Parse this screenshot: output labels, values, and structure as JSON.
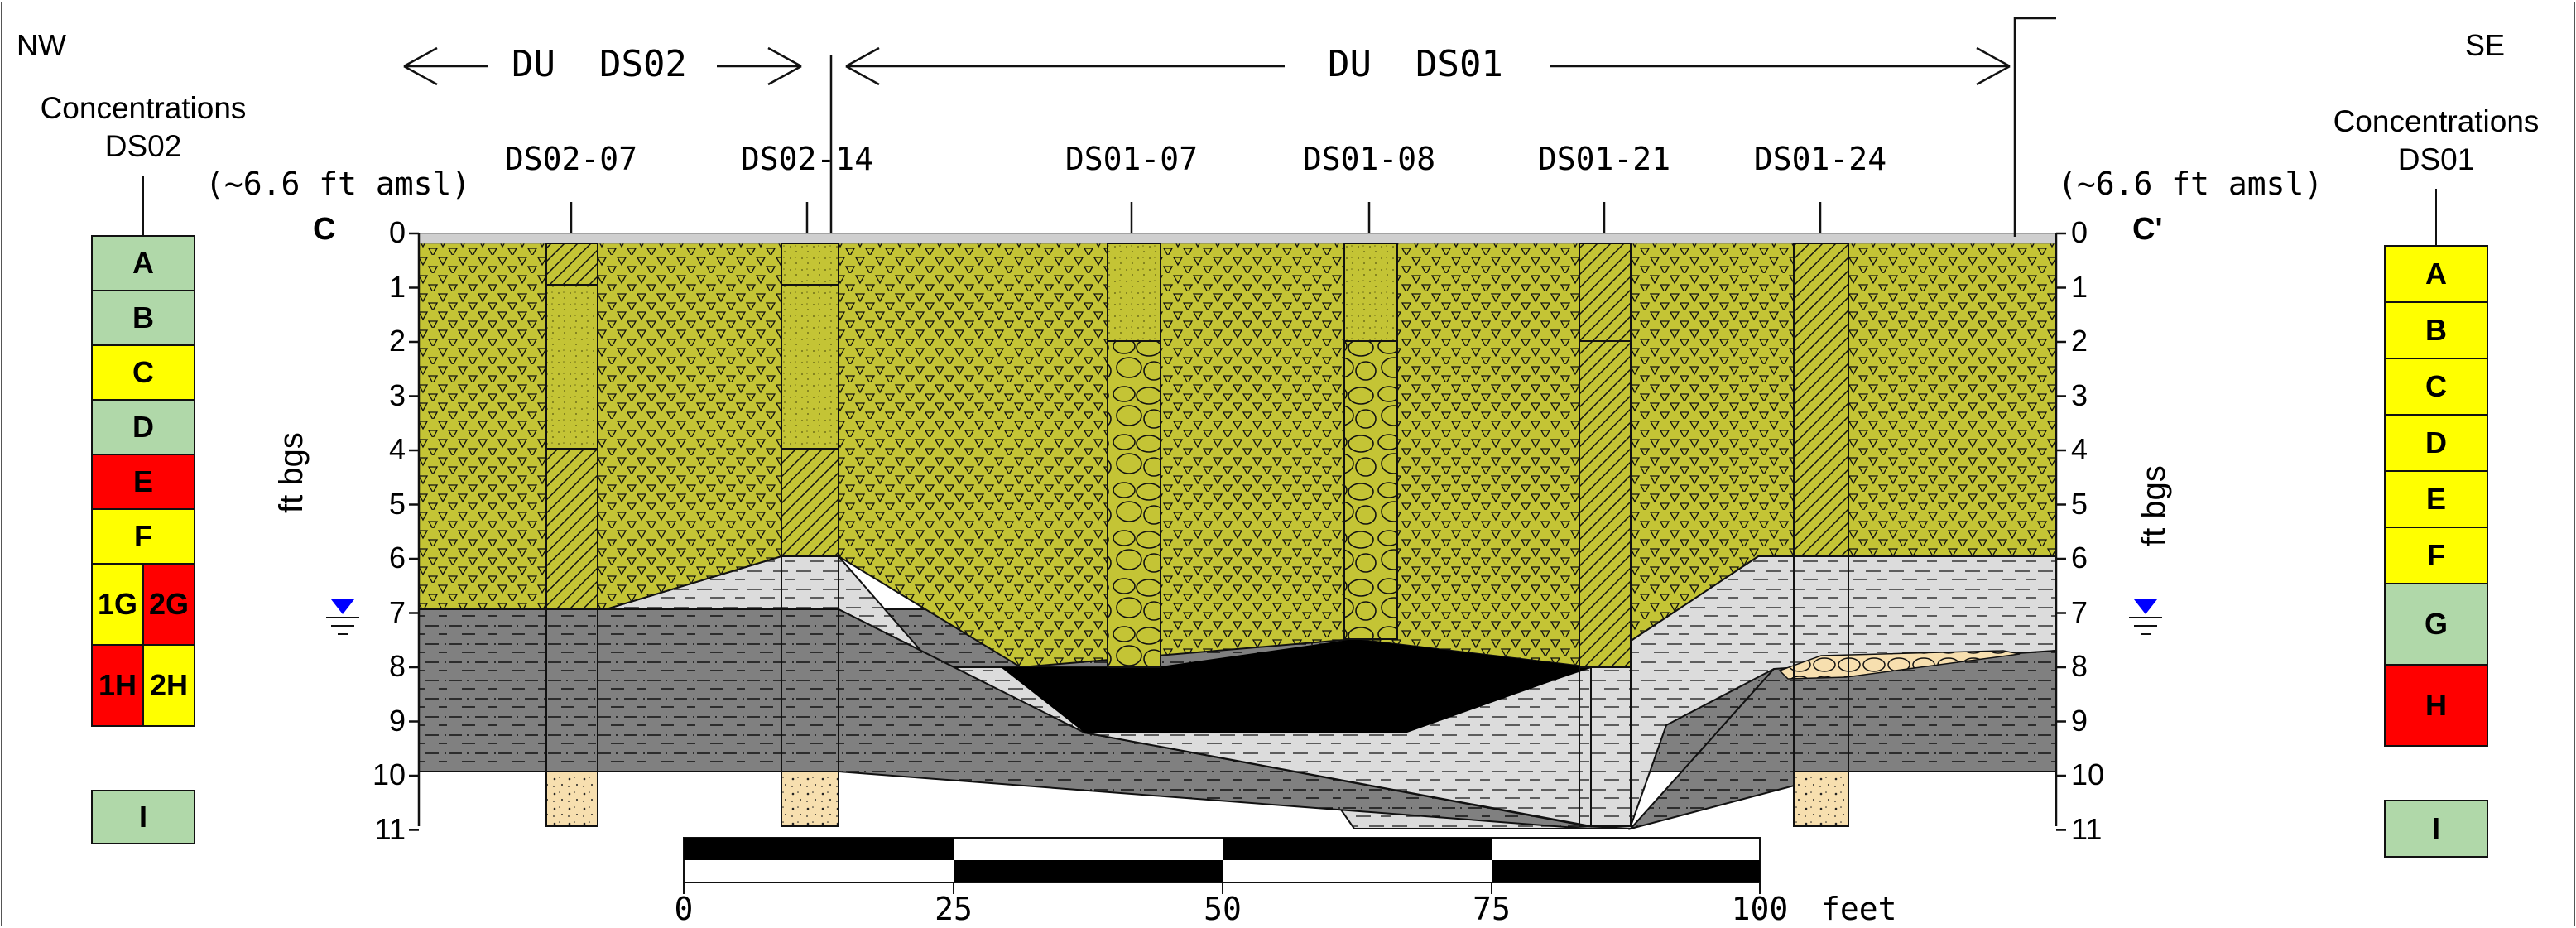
{
  "orientation": {
    "left": "NW",
    "right": "SE"
  },
  "section": {
    "start": "C",
    "end": "C'"
  },
  "decision_units": [
    {
      "label": "DU  DS02"
    },
    {
      "label": "DU  DS01"
    }
  ],
  "elevation": {
    "left": "(~6.6 ft amsl)",
    "right": "(~6.6 ft amsl)"
  },
  "depth_axis": {
    "label": "ft bgs",
    "ticks": [
      "0",
      "1",
      "2",
      "3",
      "4",
      "5",
      "6",
      "7",
      "8",
      "9",
      "10",
      "11"
    ]
  },
  "borings": [
    {
      "label": "DS02-07"
    },
    {
      "label": "DS02-14"
    },
    {
      "label": "DS01-07"
    },
    {
      "label": "DS01-08"
    },
    {
      "label": "DS01-21"
    },
    {
      "label": "DS01-24"
    }
  ],
  "scale_bar": {
    "ticks": [
      "0",
      "25",
      "50",
      "75",
      "100"
    ],
    "unit": "feet"
  },
  "legend_ds02": {
    "title": "Concentrations",
    "subtitle": "DS02",
    "cells": [
      {
        "label": "A",
        "color": "#b0d8a9"
      },
      {
        "label": "B",
        "color": "#b0d8a9"
      },
      {
        "label": "C",
        "color": "#ffff00"
      },
      {
        "label": "D",
        "color": "#b0d8a9"
      },
      {
        "label": "E",
        "color": "#ff0000"
      },
      {
        "label": "F",
        "color": "#ffff00"
      },
      {
        "label": "1G",
        "color": "#ffff00"
      },
      {
        "label": "2G",
        "color": "#ff0000"
      },
      {
        "label": "1H",
        "color": "#ff0000"
      },
      {
        "label": "2H",
        "color": "#ffff00"
      },
      {
        "label": "I",
        "color": "#b0d8a9"
      }
    ]
  },
  "legend_ds01": {
    "title": "Concentrations",
    "subtitle": "DS01",
    "cells": [
      {
        "label": "A",
        "color": "#ffff00"
      },
      {
        "label": "B",
        "color": "#ffff00"
      },
      {
        "label": "C",
        "color": "#ffff00"
      },
      {
        "label": "D",
        "color": "#ffff00"
      },
      {
        "label": "E",
        "color": "#ffff00"
      },
      {
        "label": "F",
        "color": "#ffff00"
      },
      {
        "label": "G",
        "color": "#b0d8a9"
      },
      {
        "label": "H",
        "color": "#ff0000"
      },
      {
        "label": "I",
        "color": "#b0d8a9"
      }
    ]
  },
  "colors": {
    "fill_soil": "#c4c435",
    "clay_dark": "#808080",
    "clay_light": "#dcdcdc",
    "black_layer": "#000000",
    "sand": "#f7dfaf",
    "water_table": "#0000ff"
  }
}
